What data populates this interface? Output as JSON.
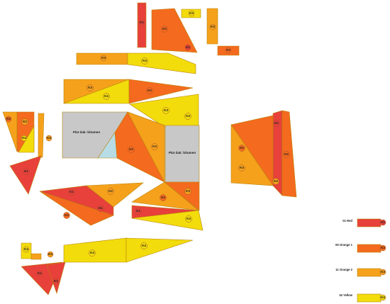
{
  "colors": {
    "red": "#e8403a",
    "orange1": "#f46a1e",
    "orange2": "#f6a11c",
    "yellow": "#f2dc0c",
    "flat": "#c8c8c8",
    "flat_light": "#b7dce6"
  },
  "flat_roof_label": "Plat dak: bitumen",
  "panel_labels": {
    "k1": "K1",
    "k2": "K2",
    "k3": "K3",
    "k4": "K4"
  },
  "legend": [
    {
      "name": "01 Red",
      "color": "red",
      "code": "K1"
    },
    {
      "name": "09 Orange 1",
      "color": "orange1",
      "code": "K2"
    },
    {
      "name": "11 Orange 2",
      "color": "orange2",
      "code": "K3"
    },
    {
      "name": "16 Yellow",
      "color": "yellow",
      "code": "K4"
    }
  ]
}
